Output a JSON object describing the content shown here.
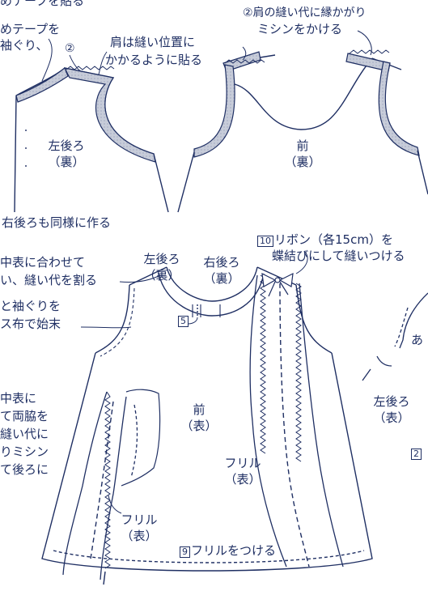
{
  "labels": {
    "tape_top": "めテープを貼る",
    "tape_l1": "めテープを",
    "tape_l2": "袖ぐり、",
    "step2_small": "②",
    "shoulder_1": "肩は縫い位置に",
    "shoulder_2": "かかるように貼る",
    "serge_1": "②肩の縫い代に縁かがり",
    "serge_2": "ミシンをかける",
    "left_back": "左後ろ",
    "left_back_side": "（裏）",
    "front_top": "前",
    "front_top_side": "（裏）",
    "right_back_same": "右後ろも同様に作る",
    "ribbon_num": "10",
    "ribbon_1": "リボン（各15cm）を",
    "ribbon_2": "蝶結びにして縫いつける",
    "fold_1": "中表に合わせて",
    "fold_2": "い、縫い代を割る",
    "lb2": "左後ろ",
    "lb2_side": "（裏）",
    "rb2": "右後ろ",
    "rb2_side": "（裏）",
    "bind_1": "と袖ぐりを",
    "bind_2": "ス布で始末",
    "step5": "5",
    "side_1": "中表に",
    "side_2": "て両脇を",
    "side_3": "縫い代に",
    "side_4": "りミシン",
    "side_5": "て後ろに",
    "front_main": "前",
    "front_main_side": "（表）",
    "frill_r": "フリル",
    "frill_r_side": "（表）",
    "frill_l": "フリル",
    "frill_l_side": "（表）",
    "step9_num": "9",
    "step9": "フリルをつける",
    "lb3": "左後ろ",
    "lb3_side": "（表）",
    "a_char": "あ",
    "step2_right": "2"
  },
  "colors": {
    "line": "#1f2f63",
    "tape_fill": "#c7ccd9",
    "dash": "#1f2f63"
  }
}
